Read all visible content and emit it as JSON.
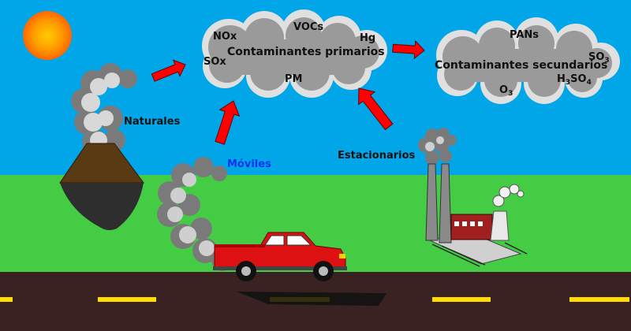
{
  "primary_cloud": {
    "title": "Contaminantes primarios",
    "pollutants": {
      "nox": "NOx",
      "vocs": "VOCs",
      "hg": "Hg",
      "sox": "SOx",
      "pm": "PM"
    }
  },
  "secondary_cloud": {
    "title": "Contaminantes secundarios",
    "pans": "PANs",
    "so3": {
      "base": "SO",
      "sub": "3"
    },
    "h3so4": {
      "a": "H",
      "sub1": "3",
      "b": "SO",
      "sub2": "4"
    },
    "o3": {
      "base": "O",
      "sub": "3"
    }
  },
  "sources": {
    "natural": "Naturales",
    "mobile": "Móviles",
    "stationary": "Estacionarios"
  },
  "colors": {
    "sky": "#00a6e8",
    "grass": "#44cc44",
    "road": "#3a2222",
    "lane": "#ffdd00",
    "sun": "#ff6600",
    "arrow": "#ff0000",
    "cloud": "#999999",
    "truck": "#dd1111",
    "mobile_label": "#1133ee"
  }
}
